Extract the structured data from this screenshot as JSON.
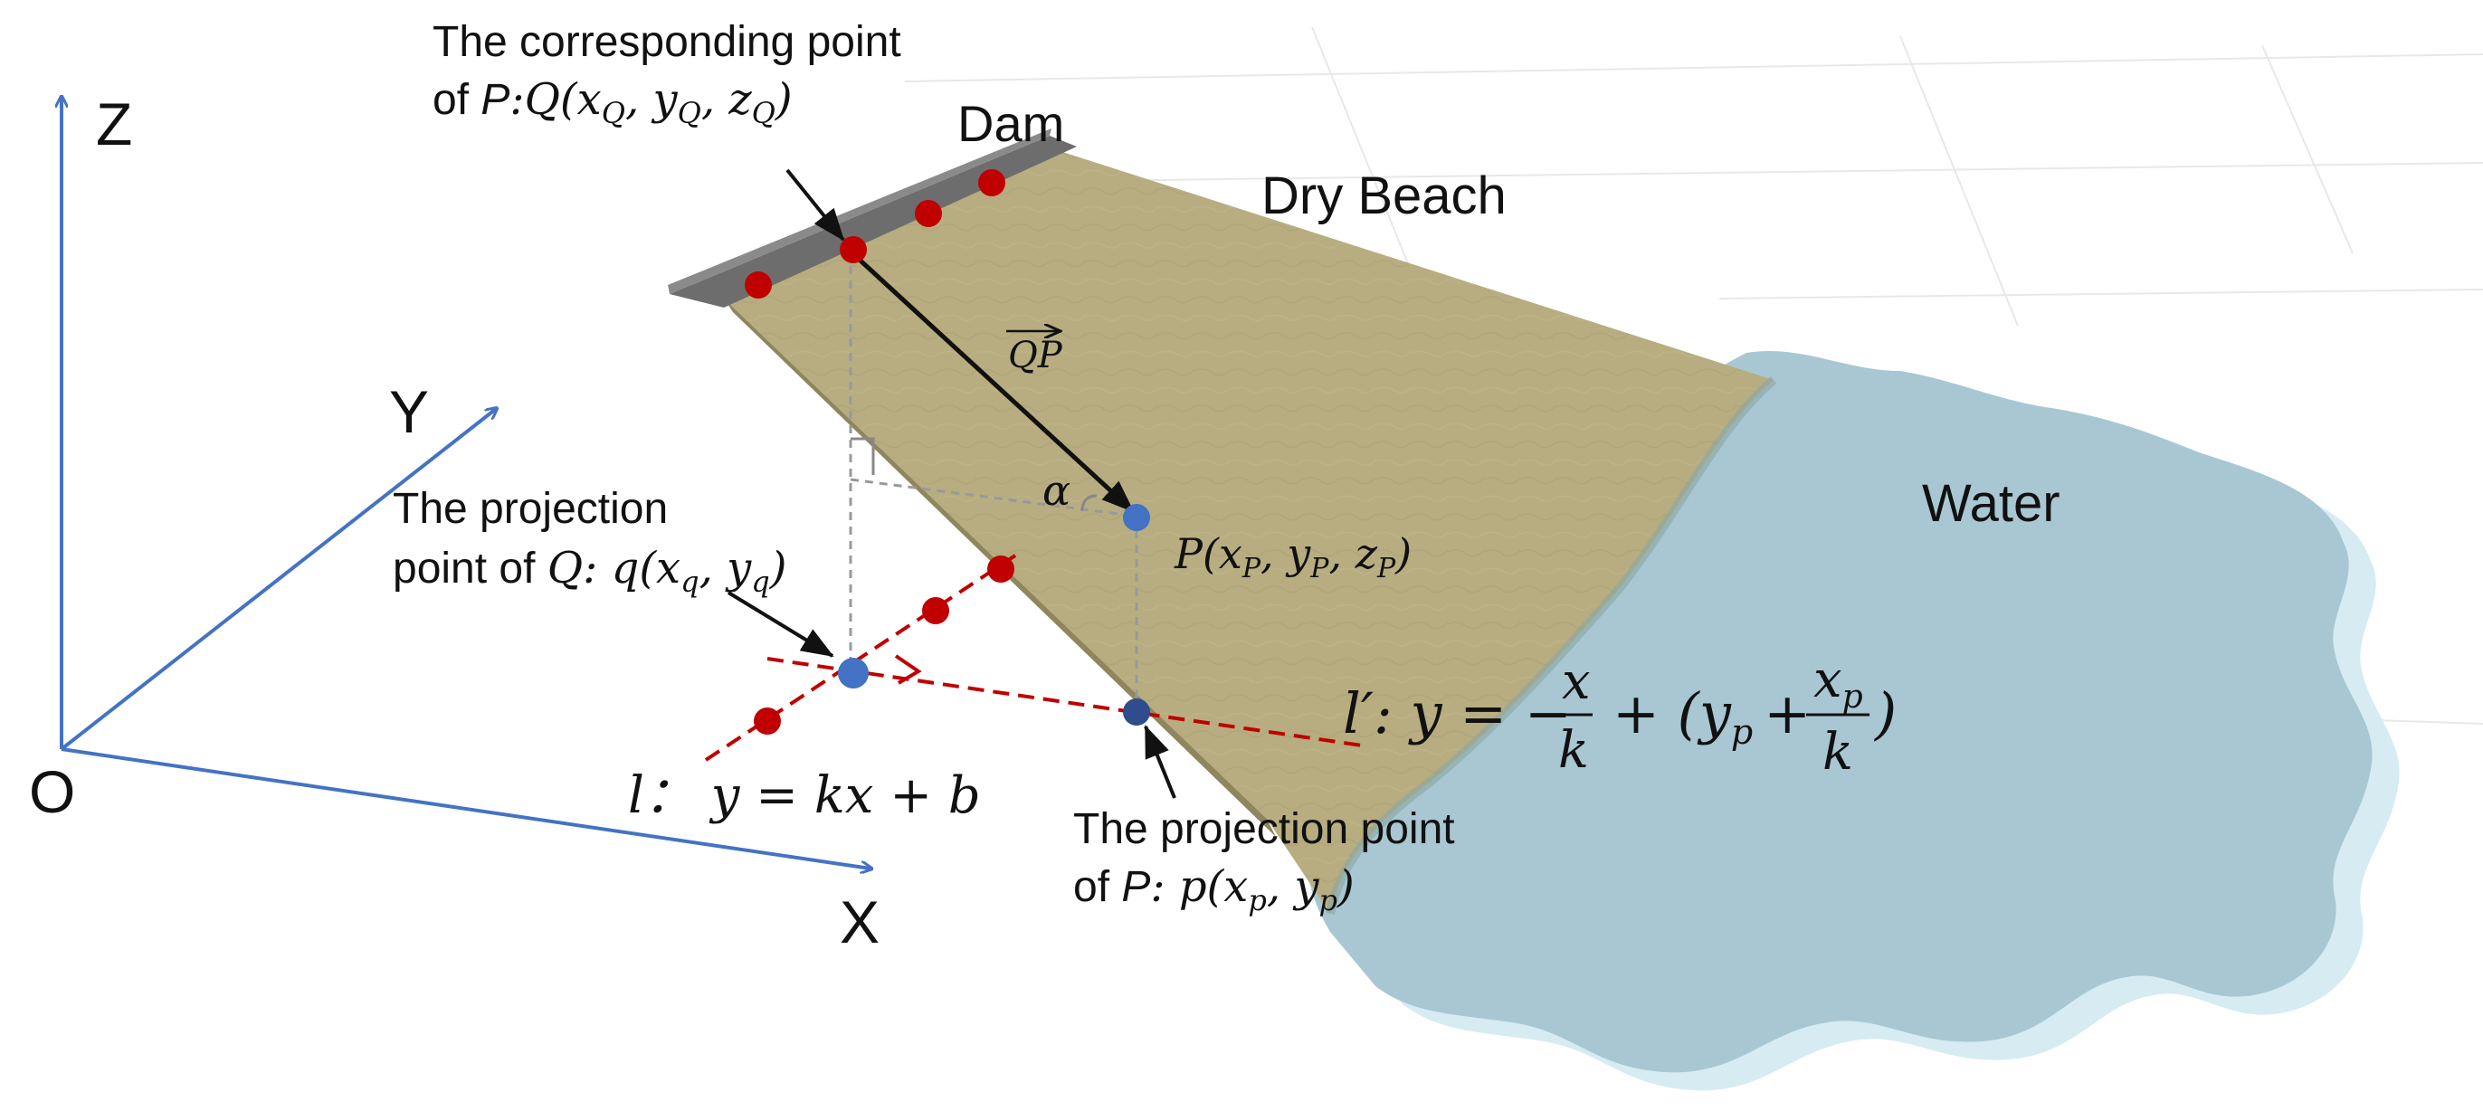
{
  "axes": {
    "z_label": "Z",
    "y_label": "Y",
    "x_label": "X",
    "origin_label": "O"
  },
  "regions": {
    "dam": "Dam",
    "dry_beach": "Dry Beach",
    "water": "Water"
  },
  "annotations": {
    "corresponding_point_line1": "The corresponding point",
    "corresponding_point_line2_prefix": "of ",
    "corresponding_point_line2_P": "P",
    "corresponding_point_line2_math": ":Q(x",
    "Q_sub_x": "Q",
    "Q_mid1": ", y",
    "Q_sub_y": "Q",
    "Q_mid2": ", z",
    "Q_sub_z": "Q",
    "Q_close": ")",
    "vector_QP": "QP",
    "angle_alpha": "α",
    "P_point": "P(x",
    "P_sub_x": "P",
    "P_mid1": ", y",
    "P_sub_y": "P",
    "P_mid2": ", z",
    "P_sub_z": "P",
    "P_close": ")",
    "proj_Q_line1": "The projection",
    "proj_Q_line2_prefix": "point of ",
    "proj_Q_line2_math": "Q",
    "proj_Q_colon": ": q(x",
    "q_sub_x": "q",
    "q_mid": ", y",
    "q_sub_y": "q",
    "q_close": ")",
    "proj_P_line1": "The projection point",
    "proj_P_line2_prefix": "of ",
    "proj_P_line2_P": "P",
    "proj_P_colon": ": p(x",
    "p_sub_x": "p",
    "p_mid": ", y",
    "p_sub_y": "p",
    "p_close": ")",
    "line_l": "l：  y = kx + b",
    "line_lprime_start": "l′: y = −",
    "frac1_num": "x",
    "frac1_den": "k",
    "lprime_mid": "+ (y",
    "lprime_sub": "p",
    "lprime_plus": "+",
    "frac2_num": "x",
    "frac2_num_sub": "p",
    "frac2_den": "k",
    "lprime_close": ")"
  },
  "colors": {
    "axis_blue": "#4472c4",
    "point_red": "#c00000",
    "point_blue": "#4472c4",
    "point_dark_blue": "#2f4c8c",
    "beach": "#b5ab7c",
    "dam": "#6e6e6e",
    "water": "#9fc4d2"
  }
}
